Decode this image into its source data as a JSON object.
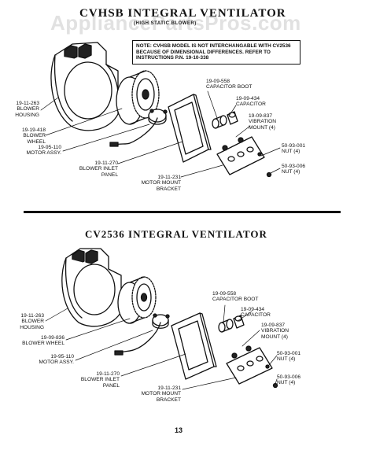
{
  "watermark": "AppliancePartsPros.com",
  "page_number": "13",
  "top": {
    "title": "CVHSB INTEGRAL VENTILATOR",
    "subtitle": "(HIGH STATIC BLOWER)",
    "note": "NOTE: CVHSB MODEL IS NOT INTERCHANGABLE WITH CV2536 BECAUSE OF DIMENSIONAL DIFFERENCES. REFER TO INSTRUCTIONS P.N. 19-10-338",
    "parts": {
      "blower_housing": {
        "num": "19-11-263",
        "name": "BLOWER HOUSING"
      },
      "blower_wheel": {
        "num": "19-19-418",
        "name": "BLOWER WHEEL"
      },
      "motor_assy": {
        "num": "19-95-110",
        "name": "MOTOR ASSY."
      },
      "inlet_panel": {
        "num": "19-11-270",
        "name": "BLOWER INLET PANEL"
      },
      "motor_bracket": {
        "num": "19-11-231",
        "name": "MOTOR MOUNT BRACKET"
      },
      "capacitor_boot": {
        "num": "19-09-558",
        "name": "CAPACITOR BOOT"
      },
      "capacitor": {
        "num": "19-09-434",
        "name": "CAPACITOR"
      },
      "vibration_mount": {
        "num": "19-09-837",
        "name": "VIBRATION MOUNT (4)"
      },
      "nut_a": {
        "num": "50-93-001",
        "name": "NUT (4)"
      },
      "nut_b": {
        "num": "50-93-006",
        "name": "NUT (4)"
      }
    }
  },
  "bottom": {
    "title": "CV2536 INTEGRAL VENTILATOR",
    "parts": {
      "blower_housing": {
        "num": "19-11-263",
        "name": "BLOWER HOUSING"
      },
      "blower_wheel": {
        "num": "19-09-836",
        "name": "BLOWER WHEEL"
      },
      "motor_assy": {
        "num": "19-95-110",
        "name": "MOTOR ASSY."
      },
      "inlet_panel": {
        "num": "19-11-270",
        "name": "BLOWER INLET PANEL"
      },
      "motor_bracket": {
        "num": "19-11-231",
        "name": "MOTOR MOUNT BRACKET"
      },
      "capacitor_boot": {
        "num": "19-09-558",
        "name": "CAPACITOR BOOT"
      },
      "capacitor": {
        "num": "19-09-434",
        "name": "CAPACITOR"
      },
      "vibration_mount": {
        "num": "19-09-837",
        "name": "VIBRATION MOUNT (4)"
      },
      "nut_a": {
        "num": "50-93-001",
        "name": "NUT (4)"
      },
      "nut_b": {
        "num": "50-93-006",
        "name": "NUT (4)"
      }
    }
  }
}
